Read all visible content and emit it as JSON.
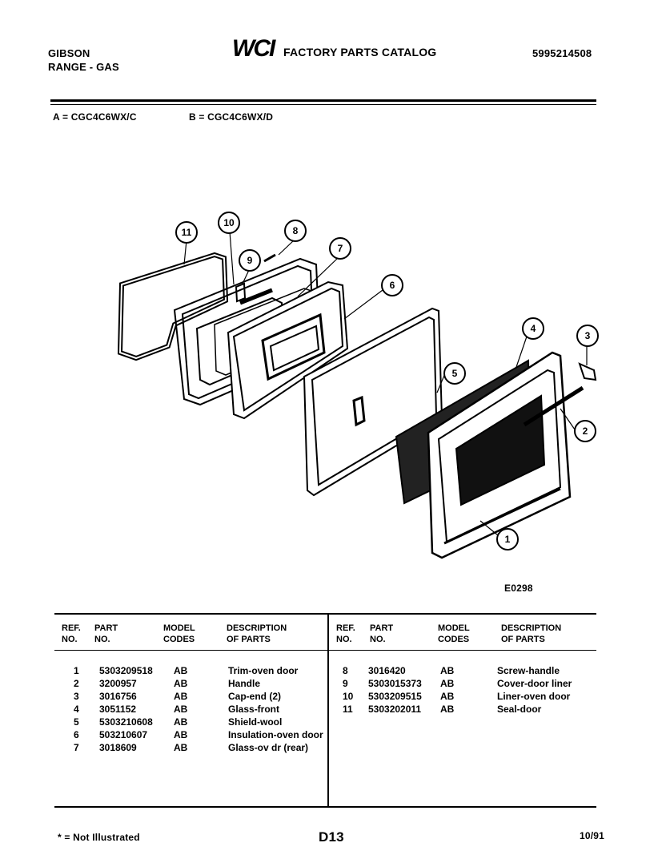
{
  "header": {
    "brand": "GIBSON",
    "product": "RANGE - GAS",
    "logo_text": "WCI",
    "catalog_title": "FACTORY PARTS CATALOG",
    "catalog_number": "5995214508"
  },
  "models": {
    "a": "A = CGC4C6WX/C",
    "b": "B = CGC4C6WX/D"
  },
  "diagram": {
    "code": "E0298",
    "callouts": [
      "1",
      "2",
      "3",
      "4",
      "5",
      "6",
      "7",
      "8",
      "9",
      "10",
      "11"
    ]
  },
  "table": {
    "headers": {
      "ref": [
        "REF.",
        "NO."
      ],
      "part": [
        "PART",
        "NO."
      ],
      "model": [
        "MODEL",
        "CODES"
      ],
      "desc": [
        "DESCRIPTION",
        "OF PARTS"
      ]
    },
    "left_rows": [
      {
        "ref": "1",
        "part": "5303209518",
        "model": "AB",
        "desc": "Trim-oven door"
      },
      {
        "ref": "2",
        "part": "3200957",
        "model": "AB",
        "desc": "Handle"
      },
      {
        "ref": "3",
        "part": "3016756",
        "model": "AB",
        "desc": "Cap-end (2)"
      },
      {
        "ref": "4",
        "part": "3051152",
        "model": "AB",
        "desc": "Glass-front"
      },
      {
        "ref": "5",
        "part": "5303210608",
        "model": "AB",
        "desc": "Shield-wool"
      },
      {
        "ref": "6",
        "part": "503210607",
        "model": "AB",
        "desc": "Insulation-oven door"
      },
      {
        "ref": "7",
        "part": "3018609",
        "model": "AB",
        "desc": "Glass-ov dr (rear)"
      }
    ],
    "right_rows": [
      {
        "ref": "8",
        "part": "3016420",
        "model": "AB",
        "desc": "Screw-handle"
      },
      {
        "ref": "9",
        "part": "5303015373",
        "model": "AB",
        "desc": "Cover-door liner"
      },
      {
        "ref": "10",
        "part": "5303209515",
        "model": "AB",
        "desc": "Liner-oven door"
      },
      {
        "ref": "11",
        "part": "5303202011",
        "model": "AB",
        "desc": "Seal-door"
      }
    ]
  },
  "footer": {
    "note": "* = Not Illustrated",
    "page": "D13",
    "date": "10/91"
  }
}
